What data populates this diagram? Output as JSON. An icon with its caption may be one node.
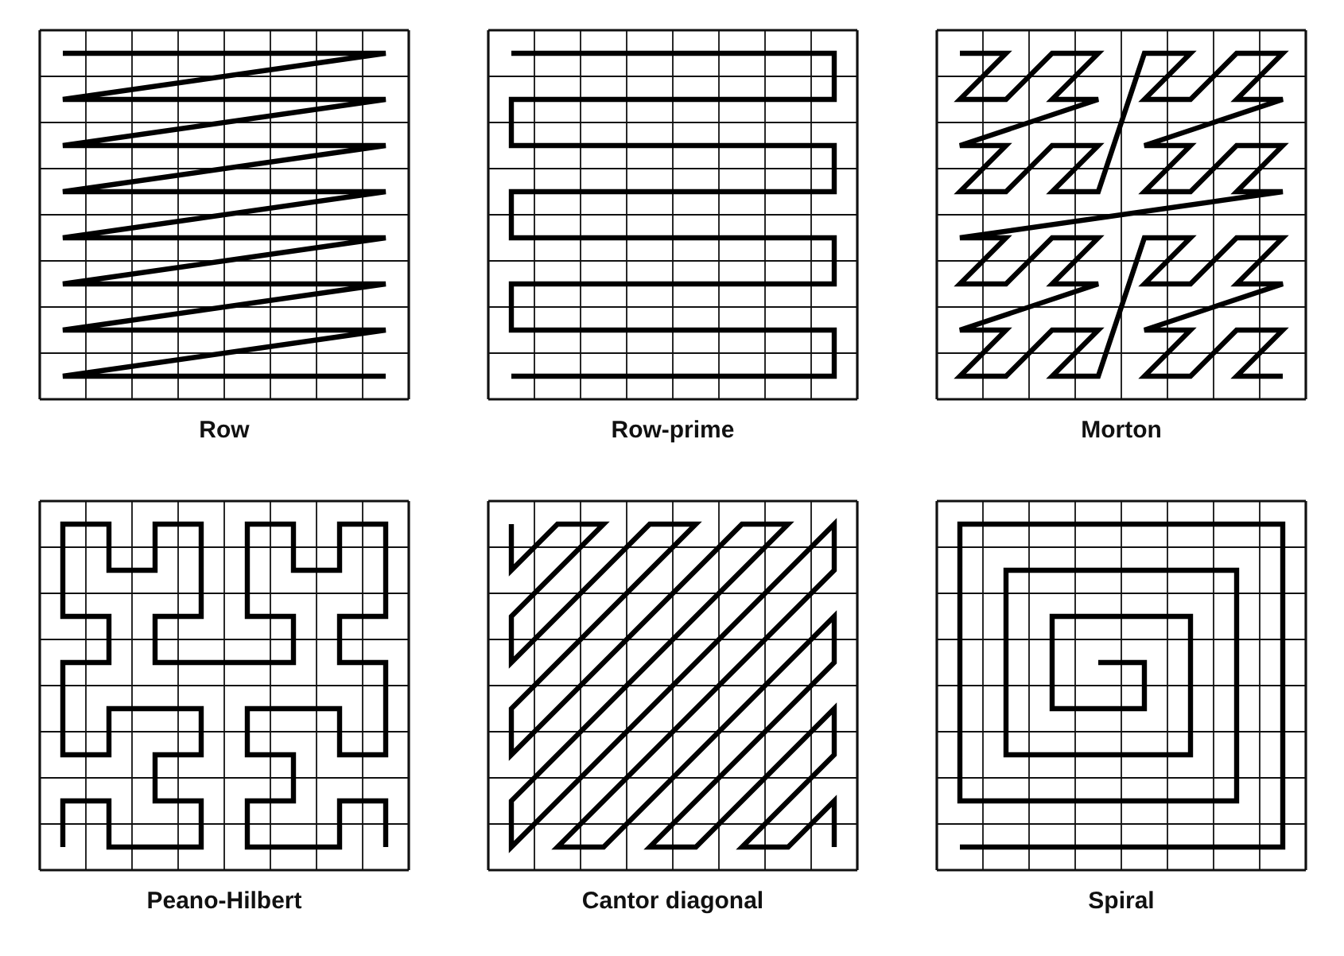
{
  "diagram": {
    "labels": [
      "Row",
      "Row-prime",
      "Morton",
      "Peano-Hilbert",
      "Cantor diagonal",
      "Spiral"
    ]
  }
}
